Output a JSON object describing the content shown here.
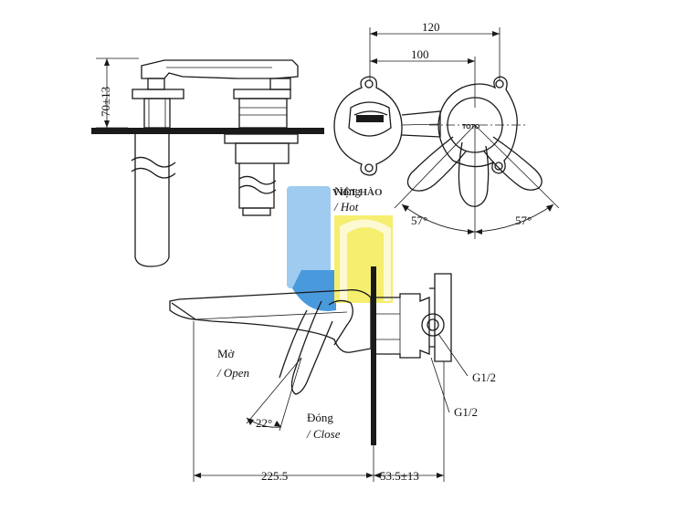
{
  "dimensions": {
    "top_width_120": "120",
    "top_width_100": "100",
    "height_70": "70±13",
    "angle_left": "57°",
    "angle_right": "57°",
    "angle_open": "22°",
    "length_225": "225.5",
    "length_53": "53.5±13"
  },
  "labels": {
    "hot_vi": "Nóng",
    "hot_en": "/ Hot",
    "open_vi": "Mở",
    "open_en": "/ Open",
    "close_vi": "Đóng",
    "close_en": "/ Close",
    "thread_1": "G1/2",
    "thread_2": "G1/2"
  },
  "watermark": {
    "text": "VIỆT HÀO",
    "blue": "#1f8ad6",
    "yellow": "#f2e200"
  },
  "logo_text": "TOTO"
}
